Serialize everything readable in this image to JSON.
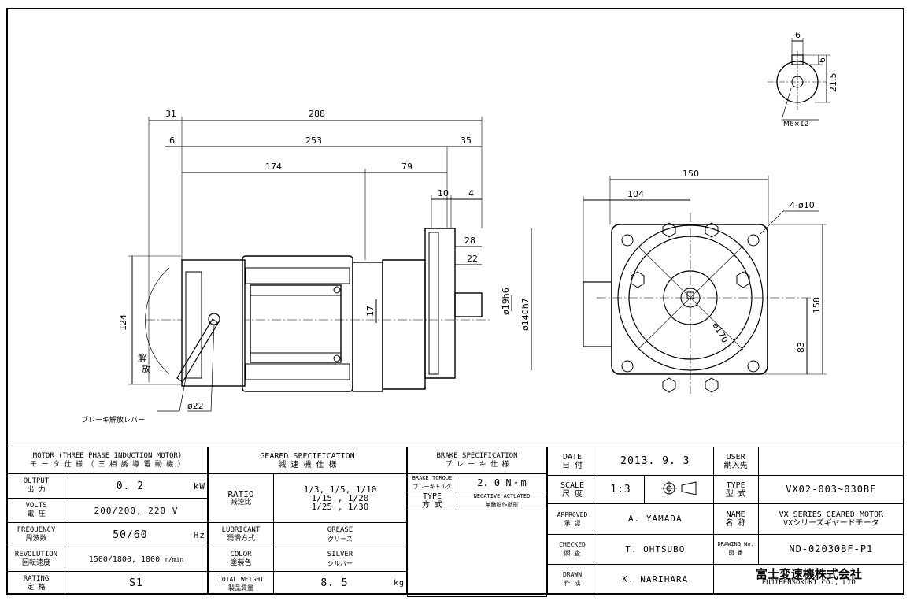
{
  "drawing": {
    "side_view_dims": {
      "d31": "31",
      "d288": "288",
      "d6": "6",
      "d253": "253",
      "d35": "35",
      "d174": "174",
      "d79": "79",
      "d10": "10",
      "d4": "4",
      "d28": "28",
      "d22": "22",
      "d124": "124",
      "d17": "17",
      "shaft_dia": "ø19h6",
      "flange_dia": "ø140h7",
      "hole_dia": "ø22",
      "release_char1": "解",
      "release_char2": "放",
      "brake_lever": "ブレーキ解放レバー"
    },
    "front_view_dims": {
      "d150": "150",
      "d104": "104",
      "holes": "4-ø10",
      "d158": "158",
      "d83": "83",
      "pcd": "ø170"
    },
    "shaft_detail_dims": {
      "key_w": "6",
      "key_h": "6",
      "height": "21.5",
      "tap": "M6×12"
    }
  },
  "motor": {
    "title": "MOTOR (THREE PHASE INDUCTION MOTOR)",
    "title_jp": "モ ー タ 仕 様 （ 三 相 誘 導 電 動 機 ）",
    "rows": [
      {
        "label": "OUTPUT",
        "label_jp": "出 力",
        "value": "0. 2",
        "unit": "kW"
      },
      {
        "label": "VOLTS",
        "label_jp": "電 圧",
        "value": "200/200, 220  V",
        "unit": ""
      },
      {
        "label": "FREQUENCY",
        "label_jp": "周波数",
        "value": "50/60",
        "unit": "Hz"
      },
      {
        "label": "REVOLUTION",
        "label_jp": "回転速度",
        "value": "1500/1800, 1800",
        "unit": "r/min"
      },
      {
        "label": "RATING",
        "label_jp": "定 格",
        "value": "S1",
        "unit": ""
      }
    ]
  },
  "geared": {
    "title": "GEARED SPECIFICATION",
    "title_jp": "減  速  機  仕  様",
    "ratio_label": "RATIO",
    "ratio_label_jp": "減速比",
    "ratio_line1": "1/3,  1/5, 1/10",
    "ratio_line2": "1/15 , 1/20",
    "ratio_line3": "1/25 , 1/30",
    "lub_label": "LUBRICANT",
    "lub_label_jp": "潤滑方式",
    "lub_value": "GREASE",
    "lub_value_jp": "グリース",
    "color_label": "COLOR",
    "color_label_jp": "塗装色",
    "color_value": "SILVER",
    "color_value_jp": "シルバー",
    "weight_label": "TOTAL WEIGHT",
    "weight_label_jp": "製品質量",
    "weight_value": "8. 5",
    "weight_unit": "kg"
  },
  "brake": {
    "title": "BRAKE SPECIFICATION",
    "title_jp": "ブ レ ー キ 仕 様",
    "torque_label": "BRAKE TORQUE",
    "torque_label_jp": "ブレーキトルク",
    "torque_value": "2. 0  N・m",
    "type_label": "TYPE",
    "type_label_jp": "方 式",
    "type_value": "NEGATIVE ACTUATED",
    "type_value_jp": "無励磁作動形"
  },
  "titleblock": {
    "date_label": "DATE",
    "date_label_jp": "日 付",
    "date_value": "2013. 9. 3",
    "user_label": "USER",
    "user_label_jp": "納入先",
    "user_value": "",
    "scale_label": "SCALE",
    "scale_label_jp": "尺 度",
    "scale_value": "1:3",
    "type_label": "TYPE",
    "type_label_jp": "型 式",
    "type_value": "VX02-003~030BF",
    "approved_label": "APPROVED",
    "approved_label_jp": "承 認",
    "approved_value": "A. YAMADA",
    "name_label": "NAME",
    "name_label_jp": "名 称",
    "name_value": "VX SERIES GEARED MOTOR",
    "name_value_jp": "VXシリーズギヤードモータ",
    "checked_label": "CHECKED",
    "checked_label_jp": "照 査",
    "checked_value": "T. OHTSUBO",
    "drawing_no_label": "DRAWING No.",
    "drawing_no_label_jp": "図 番",
    "drawing_no_value": "ND-02030BF-P1",
    "drawn_label": "DRAWN",
    "drawn_label_jp": "作 成",
    "drawn_value": "K. NARIHARA",
    "company_jp": "富士変速機株式会社",
    "company_en": "FUJIHENSOKUKI  CO., LTD"
  }
}
